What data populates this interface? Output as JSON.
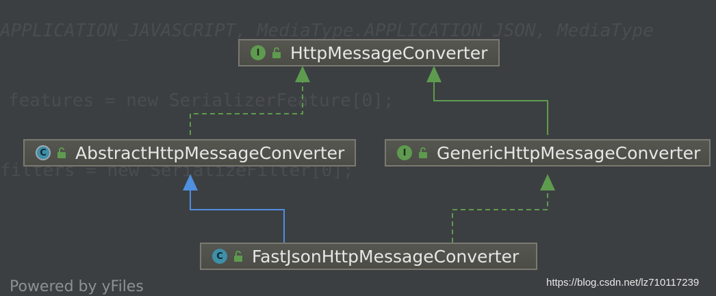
{
  "background_code": [
    "APPLICATION_JAVASCRIPT, MediaType.APPLICATION_JSON, MediaType",
    "features = new SerializerFeature[0];",
    "filters = new SerializeFilter[0];"
  ],
  "nodes": [
    {
      "label": "HttpMessageConverter",
      "kind": "I",
      "type": "interface"
    },
    {
      "label": "AbstractHttpMessageConverter",
      "kind": "C",
      "type": "abstract class"
    },
    {
      "label": "GenericHttpMessageConverter",
      "kind": "I",
      "type": "interface"
    },
    {
      "label": "FastJsonHttpMessageConverter",
      "kind": "C",
      "type": "class"
    }
  ],
  "edges": [
    {
      "from": "AbstractHttpMessageConverter",
      "to": "HttpMessageConverter",
      "relation": "implements",
      "style": "dashed",
      "color": "#5e9b4f"
    },
    {
      "from": "GenericHttpMessageConverter",
      "to": "HttpMessageConverter",
      "relation": "extends",
      "style": "solid",
      "color": "#5e9b4f"
    },
    {
      "from": "FastJsonHttpMessageConverter",
      "to": "AbstractHttpMessageConverter",
      "relation": "extends",
      "style": "solid",
      "color": "#4f8fe0"
    },
    {
      "from": "FastJsonHttpMessageConverter",
      "to": "GenericHttpMessageConverter",
      "relation": "implements",
      "style": "dashed",
      "color": "#5e9b4f"
    }
  ],
  "footer": {
    "watermark": "Powered by yFiles",
    "url": "https://blog.csdn.net/lz710117239"
  }
}
